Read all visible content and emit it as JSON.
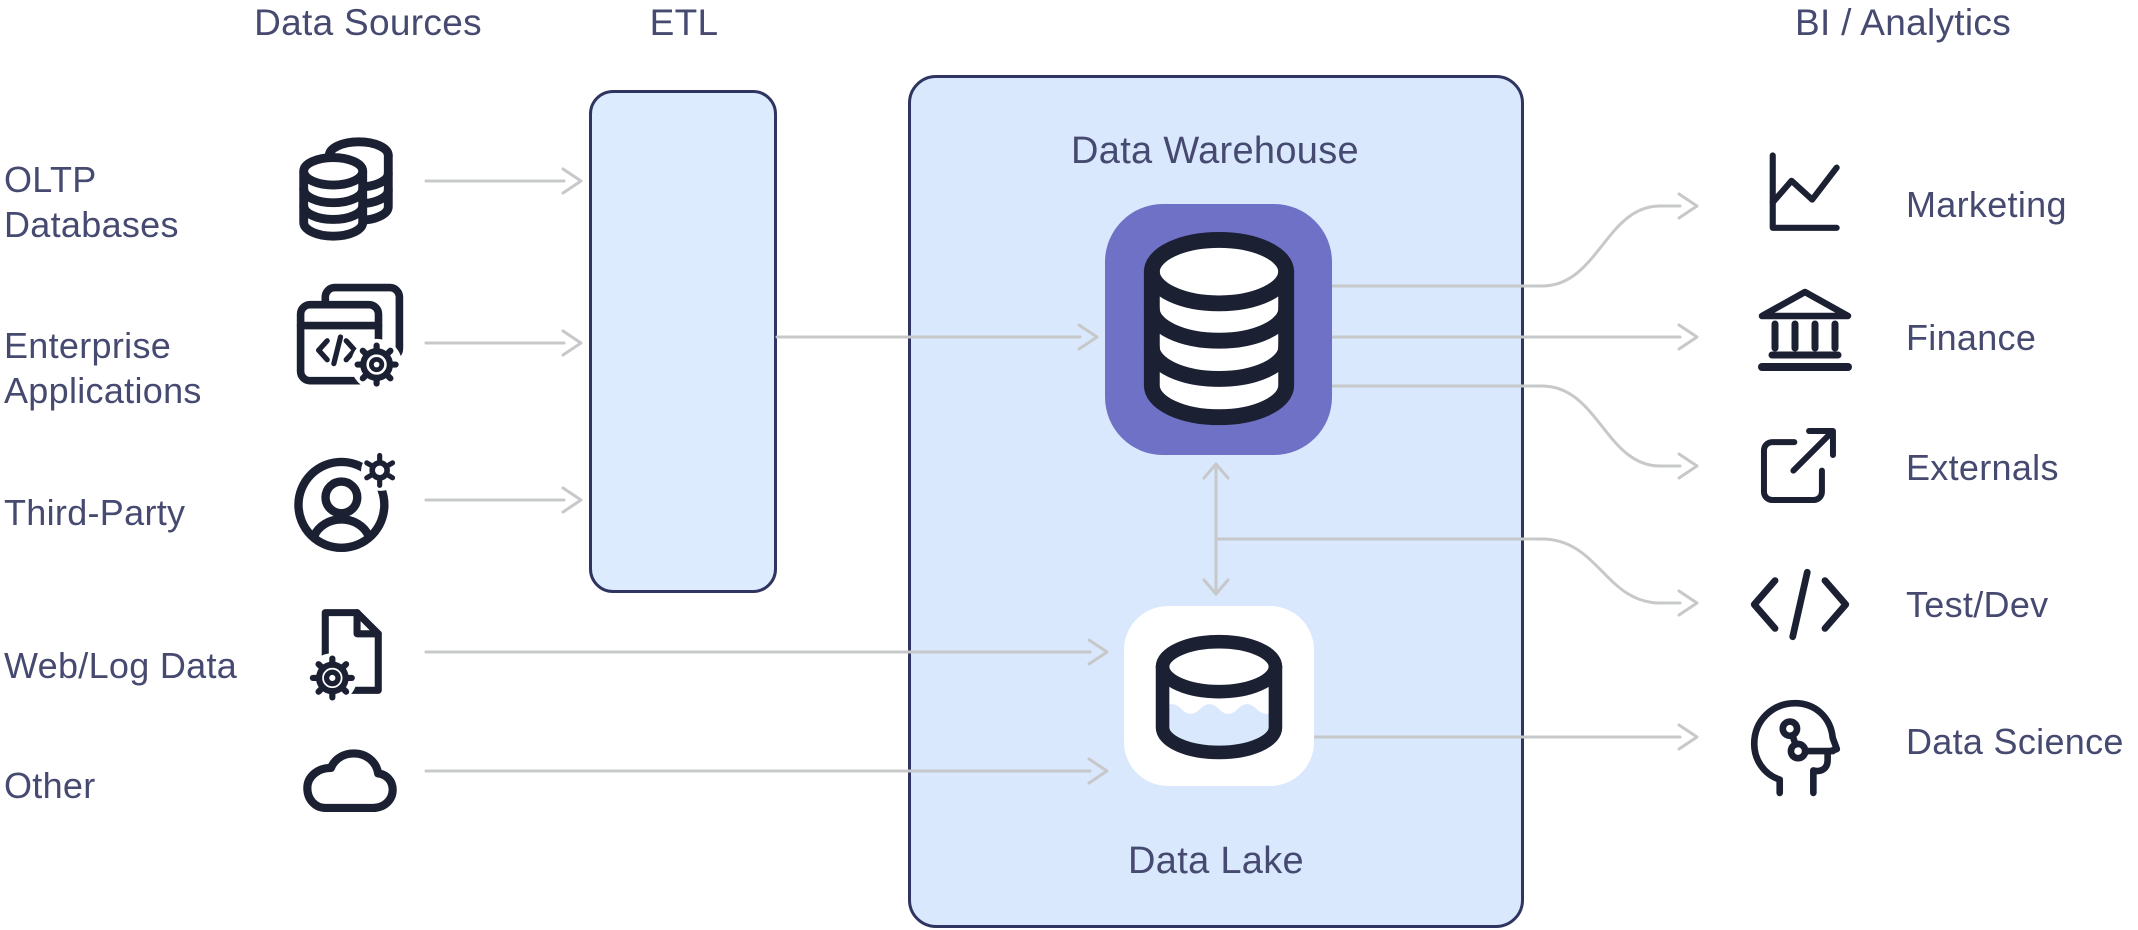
{
  "headers": {
    "sources": "Data Sources",
    "etl": "ETL",
    "bi": "BI / Analytics"
  },
  "sources": [
    {
      "label": "OLTP\nDatabases",
      "icon": "database-stack-icon"
    },
    {
      "label": "Enterprise\nApplications",
      "icon": "app-window-code-gear-icon"
    },
    {
      "label": "Third-Party",
      "icon": "user-gear-icon"
    },
    {
      "label": "Web/Log Data",
      "icon": "file-gear-icon"
    },
    {
      "label": "Other",
      "icon": "cloud-icon"
    }
  ],
  "pipeline": {
    "warehouse_title": "Data Warehouse",
    "warehouse_icon": "database-icon",
    "lake_title": "Data Lake",
    "lake_icon": "data-lake-cylinder-icon"
  },
  "targets": [
    {
      "label": "Marketing",
      "icon": "line-chart-icon"
    },
    {
      "label": "Finance",
      "icon": "bank-icon"
    },
    {
      "label": "Externals",
      "icon": "external-link-icon"
    },
    {
      "label": "Test/Dev",
      "icon": "code-icon"
    },
    {
      "label": "Data Science",
      "icon": "head-circuit-icon"
    }
  ],
  "colors": {
    "accent_purple": "#6e71c6",
    "panel_fill": "#d9e8fc",
    "panel_border": "#2f3560",
    "icon_stroke": "#1c2033",
    "text": "#474a70",
    "connector": "#c7c8ca"
  }
}
